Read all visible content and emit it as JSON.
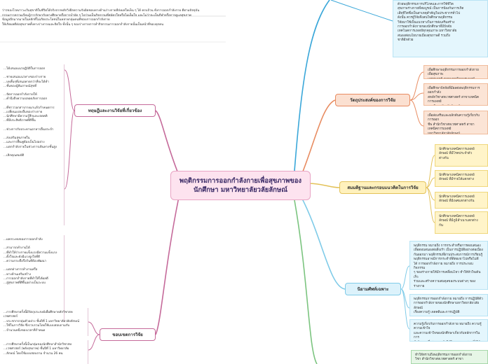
{
  "central_topic": "พฤติกรรมการออกกำลังกายเพื่อสุขภาพของ\nนักศึกษา มหาวิทยาลัยวลัยลักษณ์",
  "branches": {
    "objectives": {
      "title": "วัตถุประสงค์ของการวิจัย",
      "items": [
        "เพื่อศึกษาพฤติกรรมการออกกำลังกายเพื่อสุขภาพ\nเวชศาสตร์ สาขาเทคนิคการแพทย์ มหาวิทยาลัยวลัย",
        "เพื่อศึกษาปัจจัยที่มีผลต่อพฤติกรรมการออกกำลัง\nสหลักวิชาสหเวชศาสตร์ สาขาเทคนิคการแพทย์\nมหาวิทยาลัยวลัยลักษณ์",
        "เพื่อส่งเสริมและผลักดันความรู้เกี่ยวกับการออก\nชีพ สำนักวิชาสหเวชศาสตร์ สาขาเทคนิคการแพทย์\nมหาวิทยาลัยวลัยลักษณ์"
      ]
    },
    "hypotheses": {
      "title": "สมมติฐานและกรอบแนวคิดในการวิจัย",
      "items": [
        "นักศึกษาเทคนิคการแพทย์\nลักษณ์ ที่มีโรคประจำตัว\nต่างกัน",
        "นักศึกษาเทคนิคการแพทย์\nลักษณ์ ที่มีรายได้แตกต่าง",
        "นักศึกษาเทคนิคการแพทย์\nลักษณ์ ที่มีเพศแตกต่างกัน",
        "นักศึกษาเทคนิคการแพทย์\nลักษณ์ ที่มีภูมิลำเนาแตกต่าง\nกัน"
      ]
    },
    "definitions": {
      "title": "นิยามศัพท์เฉพาะ",
      "items": [
        "พฤติกรรม หมายถึง การกระทำหรือการตอบสนอง\nเพื่อตอบสนองต่อสิ่งเร้า เป็นการปฏิบัติอย่างต่อเนื่อง\nกันออกมา พฤติกรรมที่ผ่านประสบการณ์การเรียนรู้\nพฤติกรรมอาจมีการกระทำที่ดีต่อเขาไปหรือไม่ดี\nได้ การออกกำลังกาย หมายถึง การประกอบกิจกรรม\nๆ ของร่างกายให้มีการเคลื่อนไหว ทำให้หัวใจเต้นเร็ว\nร่วมและสร้างความสมดุลของระบบต่างๆ ของร่างกาย",
        "พฤติกรรมการออกกำลังกาย หมายถึง การปฏิบัติตัว\nการออกกำลังกายของนักศึกษามหาวิทยาลัยวลัยลักษณ์\nเรื่องความรู้ เจตคติและการปฏิบัติ",
        "ความรู้เกี่ยวกับการออกกำลังกาย หมายถึง ความรู้ความเข้าใจ\nและความเข้าใจของนักศึกษาเกี่ยวกับหลักการในการ\nกำลังกาย ซึ่งสามารถวัดได้โดยแบบทดสอบที่ผู้วิจัยสร้างขึ้น"
      ]
    },
    "benefits": {
      "item": "ทำให้ทราบถึงพฤติกรรมการออกกำลังกาย\nวิชา สำนักวิชาสหเวชศาสตร์ สาขา"
    },
    "rationale": {
      "items": [
        "ด้วยพฤติกรรมการบริโภคและการใช้ชีวิต\nสุขภาพร่างกายที่สมบูรณ์ เป็นการป้องกันการเกิด\nเสียชีวิตซึ่งเป็นสาเหตุสำคัญในประชากรทั่วไป\nดังนั้น ควรผู้วิจัยจึงสนใจศึกษาพฤติกรรม\nวิจัยมาใช้เป็นแนวทางในการส่งเสริมสร้าง\nการออกกำลังกายของนักศึกษาที่มีปัจจัย\nเทคโนคการแพทย์ทุกคุณภาพ มหาวิทยาลัย\nสนองต่อนโยบายเมืองสุขภาพดี รวมถึง\nชาติอีกด้วย",
        "ว่าวของโรคภาวะเริ่มสุขาติในชีวิตได้จริงจากหลักวิ่งฝึกความรับผิดชอบทางด้านร่างกายที่ส่งผลใหเห็น ๆ ได้ ครบถ้วน ทั้งการออกกำลังกาย ดีตามปัจจุบัน\nกรรมการความเรียนรู้การรักษากับทางศึกษาหรือการบำบัด ๆ ไปร่วมเป็นกิจกรรมที่สมัครใจหรือไม่เต็มใจ และไม่ว่าจะเป็นกีฬาหรือการดูแลสุขภาพ\nข้อมูลอีกมากมายในหลักที่ไม่เกิดประโยชน์ในหลายกลุ่มคนที่ชอบการออกกำลังกาย\nให้เกิดผลดีต่อสุขภาพทั้งทางร่างกายและจิตใจ ทั้งนั้น ๆ ของร่างกายการทำกิจกรรมการออกกำลังกายนั้นเป็นหน้าที่ของทุกคน"
      ]
    },
    "literature": {
      "title": "ทฤษฎีและงานวิจัยที่เกี่ยวข้อง",
      "items": [
        "...ได้เสนอแนวปฏิบัติในการออก\n\n...ชายเสนอแนวทางของร่างกาย\n...บทสั้นๆที่เสนอคาดกว่าที่จะได้ทำ\n...ชั้นของผู้สัมภาษณ์สุขที่\n\n...จัดการออกกำลังกายให้\n...คำนึงถึงความปลอดภัยการออก\n\n...ที่ชาววอกสารกายมาแล้วกำหนดการ\n...เปลี่ยนแปลงอื่นของร่างกาย\n...นักศึกษามีความรู้สึกและเจตคติ\n...ที่มีประสิทธิภาพที่ดีขึ้น\n\n...ช่วงการรับประทานอาหารอื่นประจำ\n\n...ส่งเสริมสุขภาพใน\n...และการฟื้นฟูต้องเป็นไปอย่าง\n...แตกกำลังกายในช่วงการเดินทางชั้นสูง\n\n...เลิกคุณสมบัติ",
        "...ผลกระทบของการออกกำลัง\n\n...สามารถทำงานได้\n...ที่ทำให้ร่างกายแข็งแรงมีความแข็งแรง\n...ตั้งใจและยังมีแรงจูงใจที่ดี\n...ความกระตือรือร้นที่ต้องพัฒนา\n\n...แตกต่างการทำงานหรือ\n...ทางด้านเสริมสร้าง\n...การออกกำลังกายที่ทำให้ได้ผลดี\n...สู่สุขภาพที่ดีขึ้นอย่างเป็นระบบ"
      ]
    },
    "scope": {
      "title": "ขอบเขตการวิจัย",
      "items": [
        "...การศึกษาครั้งนี้มีวัตถุประสงค์เพื่อศึกษาหลักวิชาสหเวชศาสตร์\n...ประชากรกลุ่มตัวอย่าง ชั้นปีที่ 1 มหาวิทยาลัยวลัยลักษณ์\n...ใช้ในการวิจัย ซึ่งรวบรวมโดยใช้แบบสอบถามกับ\n...จำนวนหนึ่งของเวลาที่กำหนด",
        "...การศึกษาครั้งนี้เป็นกลุ่มของนักศึกษาสำนักวิชาสห\n...เวชศาสตร์ (พลังสุขภาพ) ชั้นปีที่ 1 มหาวิทยาลัย\n...ลักษณ์ โดยใช้แบบสอบถาม จำนวน 26 คน"
      ]
    }
  }
}
